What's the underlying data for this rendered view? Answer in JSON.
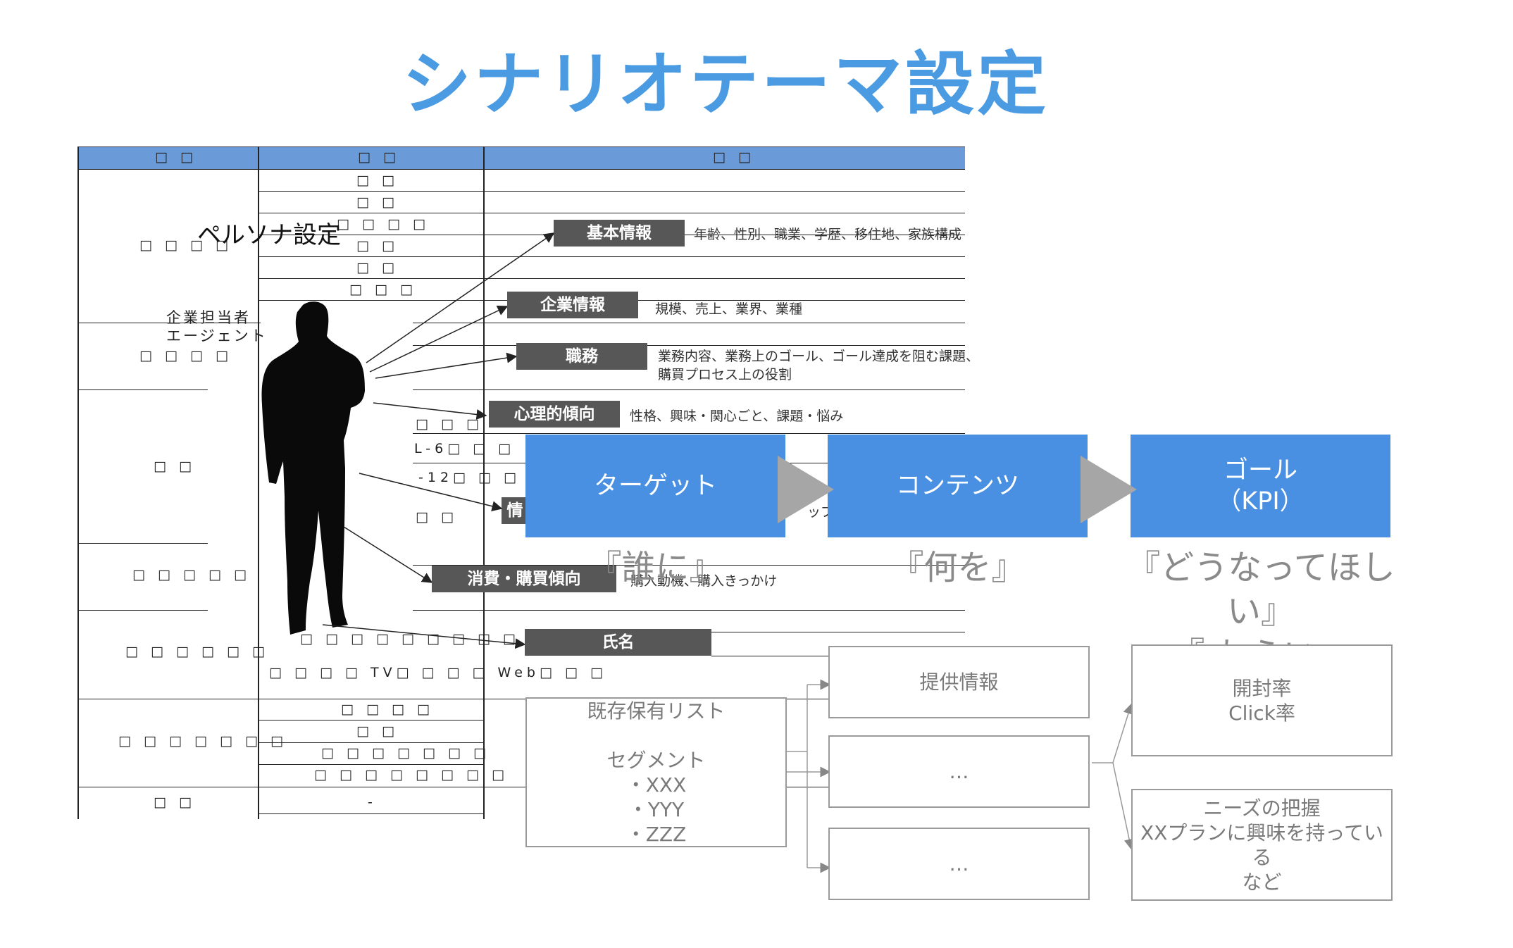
{
  "title": "シナリオテーマ設定",
  "table": {
    "header": [
      "□ □",
      "□ □",
      "□ □"
    ],
    "col1": [
      "□ □ □ □",
      "□ □ □ □",
      "□ □",
      "□ □ □ □ □",
      "□ □ □ □ □ □",
      "□ □ □ □ □ □ □",
      "□ □"
    ],
    "col2": [
      "□ □",
      "□ □",
      "□ □ □ □",
      "□ □",
      "□ □",
      "□ □ □",
      "□ □ □ □ □ □ □ □ □ □ □",
      "□ □ □ □ TV□ □ □ □ Web□ □ □",
      "□ □ □ □",
      "□ □",
      "□ □ □ □ □ □ □",
      "□ □ □ □ □ □ □ □",
      "-"
    ],
    "partial": [
      "□ □ □",
      "L-6□ □ □",
      "-12□ □ □",
      "□ □",
      "情",
      "ップ"
    ]
  },
  "persona": {
    "title": "ペルソナ設定",
    "role": "企業担当者\nエージェント",
    "labels": [
      {
        "label": "基本情報",
        "desc": "年齢、性別、職業、学歴、移住地、家族構成"
      },
      {
        "label": "企業情報",
        "desc": "規模、売上、業界、業種"
      },
      {
        "label": "職務",
        "desc": "業務内容、業務上のゴール、ゴール達成を阻む課題、\n購買プロセス上の役割"
      },
      {
        "label": "心理的傾向",
        "desc": "性格、興味・関心ごと、課題・悩み"
      },
      {
        "label": "消費・購買傾向",
        "desc": "購入動機、購入きっかけ"
      },
      {
        "label": "氏名",
        "desc": ""
      }
    ]
  },
  "flow": {
    "boxes": [
      "ターゲット",
      "コンテンツ",
      "ゴール\n（KPI）"
    ],
    "quotes": [
      "『誰に』",
      "『何を』",
      "『どうなってほしい』\n『 ねらい』"
    ],
    "target_box": "既存保有リスト\n\nセグメント\n・XXX\n・YYY\n・ZZZ",
    "content_boxes": [
      "提供情報",
      "…",
      "…"
    ],
    "goal_boxes": [
      "開封率\nClick率",
      "ニーズの把握\nXXプランに興味を持っている\nなど"
    ]
  },
  "colors": {
    "title": "#4a9be2",
    "box": "#4a90e2",
    "label": "#575757",
    "header": "#6a9bd8",
    "arrow": "#a6a6a6"
  }
}
